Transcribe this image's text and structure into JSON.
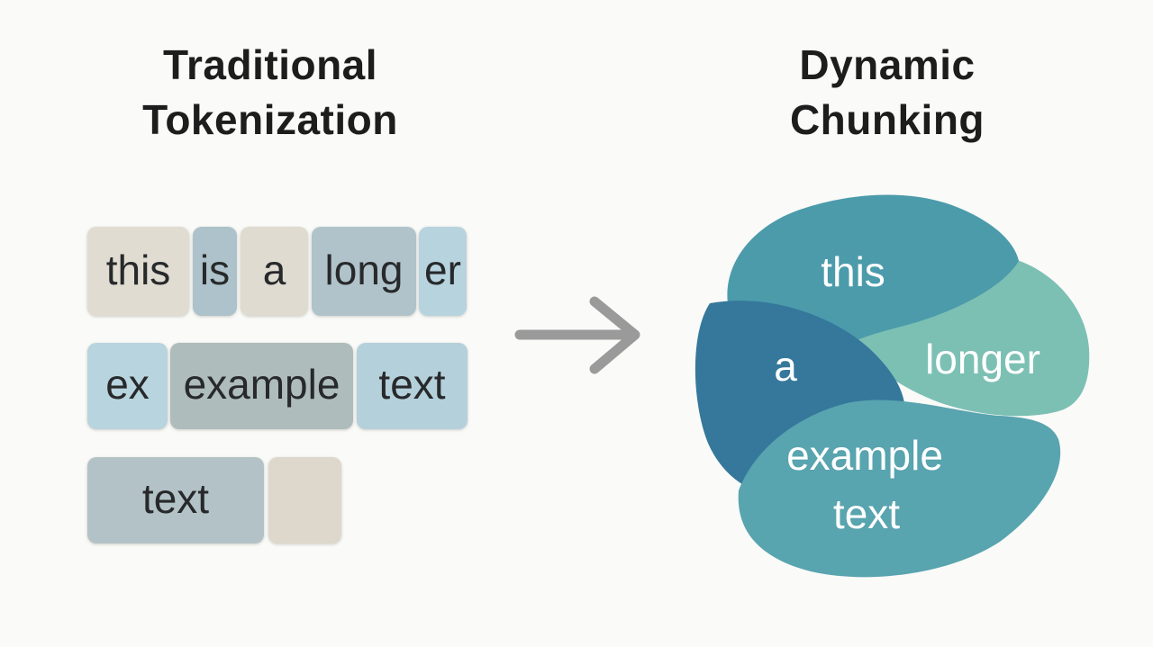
{
  "background_color": "#fafaf8",
  "left_panel": {
    "title_line1": "Traditional",
    "title_line2": "Tokenization",
    "token_text_color": "#27292b",
    "rows": [
      {
        "tokens": [
          {
            "text": "this",
            "color": "#e0dcd1"
          },
          {
            "text": "is",
            "color": "#adc2ca"
          },
          {
            "text": "a",
            "color": "#dfdbd0"
          },
          {
            "text": "long",
            "color": "#b1c3ca"
          },
          {
            "text": "er",
            "color": "#b7d3de"
          }
        ]
      },
      {
        "tokens": [
          {
            "text": "ex",
            "color": "#b8d4de"
          },
          {
            "text": "example",
            "color": "#aebcbb"
          },
          {
            "text": "text",
            "color": "#b4d0da"
          }
        ]
      },
      {
        "tokens": [
          {
            "text": "text",
            "color": "#b3c2c6"
          },
          {
            "text": "",
            "color": "#ddd8cb"
          }
        ]
      }
    ]
  },
  "arrow": {
    "color": "#9a9a9a"
  },
  "right_panel": {
    "title_line1": "Dynamic",
    "title_line2": "Chunking",
    "label_color": "#ffffff",
    "regions": {
      "this": {
        "label": "this",
        "color": "#4b9bab"
      },
      "a": {
        "label": "a",
        "color": "#35789b"
      },
      "longer": {
        "label": "longer",
        "color": "#7cc0b4"
      },
      "example_text": {
        "label_line1": "example",
        "label_line2": "text",
        "color": "#58a4af"
      }
    }
  }
}
